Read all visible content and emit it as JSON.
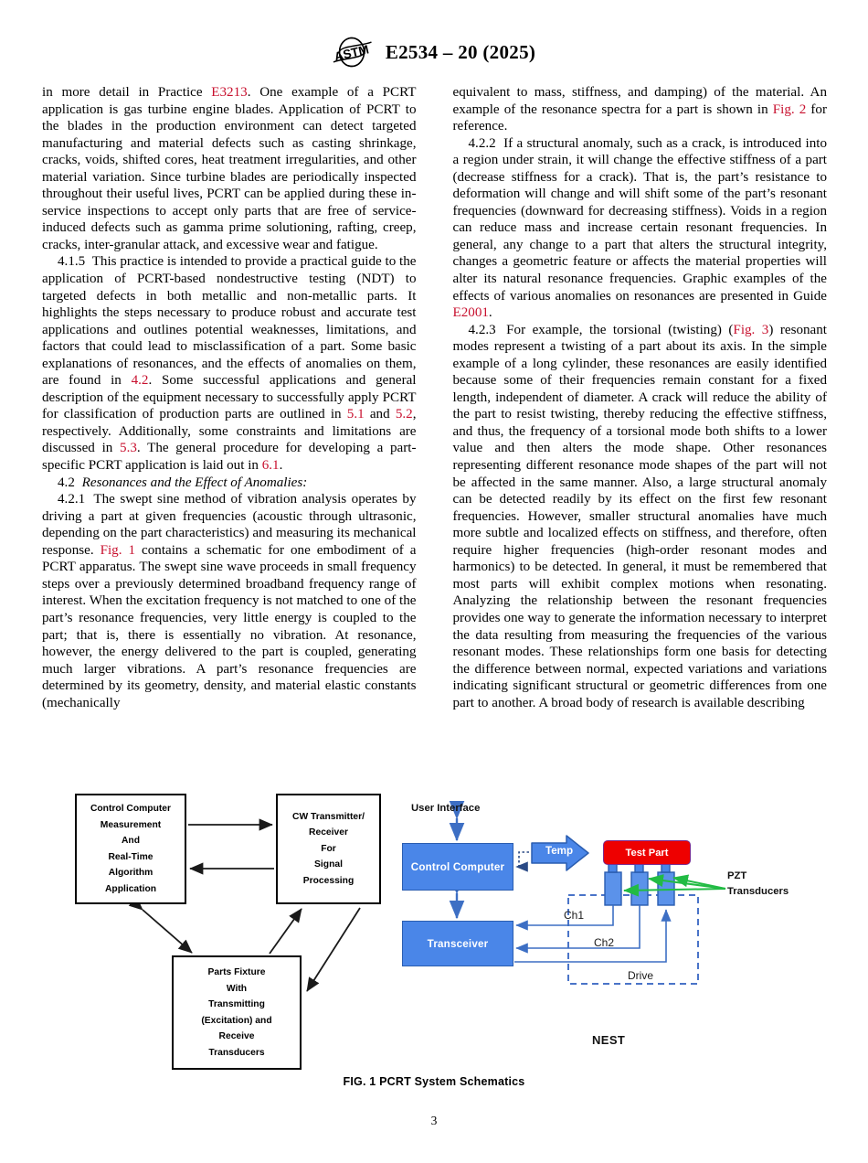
{
  "header": {
    "logo_icon": "astm-logo-icon",
    "designation": "E2534 – 20 (2025)"
  },
  "left_column": {
    "paragraphs": [
      {
        "id": "p-4-1-4-cont",
        "indent": false,
        "runs": [
          {
            "t": "in more detail in Practice "
          },
          {
            "t": "E3213",
            "style": "xref"
          },
          {
            "t": ". One example of a PCRT application is gas turbine engine blades. Application of PCRT to the blades in the production environment can detect targeted manufacturing and material defects such as casting shrinkage, cracks, voids, shifted cores, heat treatment irregularities, and other material variation. Since turbine blades are periodically inspected throughout their useful lives, PCRT can be applied during these in-service inspections to accept only parts that are free of service-induced defects such as gamma prime solutioning, rafting, creep, cracks, inter-granular attack, and excessive wear and fatigue."
          }
        ]
      },
      {
        "id": "p-4-1-5",
        "indent": true,
        "runs": [
          {
            "t": "4.1.5",
            "style": "secnum"
          },
          {
            "t": "  This practice is intended to provide a practical guide to the application of PCRT-based nondestructive testing (NDT) to targeted defects in both metallic and non-metallic parts. It highlights the steps necessary to produce robust and accurate test applications and outlines potential weaknesses, limitations, and factors that could lead to misclassification of a part. Some basic explanations of resonances, and the effects of anomalies on them, are found in "
          },
          {
            "t": "4.2",
            "style": "xref"
          },
          {
            "t": ". Some successful applications and general description of the equipment necessary to successfully apply PCRT for classification of production parts are outlined in "
          },
          {
            "t": "5.1",
            "style": "xref"
          },
          {
            "t": " and "
          },
          {
            "t": "5.2",
            "style": "xref"
          },
          {
            "t": ", respectively. Additionally, some constraints and limitations are discussed in "
          },
          {
            "t": "5.3",
            "style": "xref"
          },
          {
            "t": ". The general procedure for developing a part-specific PCRT application is laid out in "
          },
          {
            "t": "6.1",
            "style": "xref"
          },
          {
            "t": "."
          }
        ]
      },
      {
        "id": "p-4-2",
        "indent": true,
        "runs": [
          {
            "t": "4.2",
            "style": "secnum"
          },
          {
            "t": "  "
          },
          {
            "t": "Resonances and the Effect of Anomalies:",
            "style": "ital"
          }
        ]
      },
      {
        "id": "p-4-2-1",
        "indent": true,
        "runs": [
          {
            "t": "4.2.1",
            "style": "secnum"
          },
          {
            "t": "  The swept sine method of vibration analysis operates by driving a part at given frequencies (acoustic through ultrasonic, depending on the part characteristics) and measuring its mechanical response. "
          },
          {
            "t": "Fig. 1",
            "style": "xref"
          },
          {
            "t": " contains a schematic for one embodiment of a PCRT apparatus. The swept sine wave proceeds in small frequency steps over a previously determined broadband frequency range of interest. When the excitation frequency is not matched to one of the part’s resonance frequencies, very little energy is coupled to the part; that is, there is essentially no vibration. At resonance, however, the energy delivered to the part is coupled, generating much larger vibrations. A part’s resonance frequencies are determined by its geometry, density, and material elastic constants (mechanically"
          }
        ]
      }
    ]
  },
  "right_column": {
    "paragraphs": [
      {
        "id": "p-4-2-1-cont",
        "indent": false,
        "runs": [
          {
            "t": "equivalent to mass, stiffness, and damping) of the material. An example of the resonance spectra for a part is shown in "
          },
          {
            "t": "Fig. 2",
            "style": "xref"
          },
          {
            "t": " for reference."
          }
        ]
      },
      {
        "id": "p-4-2-2",
        "indent": true,
        "runs": [
          {
            "t": "4.2.2",
            "style": "secnum"
          },
          {
            "t": "  If a structural anomaly, such as a crack, is introduced into a region under strain, it will change the effective stiffness of a part (decrease stiffness for a crack). That is, the part’s resistance to deformation will change and will shift some of the part’s resonant frequencies (downward for decreasing stiffness). Voids in a region can reduce mass and increase certain resonant frequencies. In general, any change to a part that alters the structural integrity, changes a geometric feature or affects the material properties will alter its natural resonance frequencies. Graphic examples of the effects of various anomalies on resonances are presented in Guide "
          },
          {
            "t": "E2001",
            "style": "xref"
          },
          {
            "t": "."
          }
        ]
      },
      {
        "id": "p-4-2-3",
        "indent": true,
        "runs": [
          {
            "t": "4.2.3",
            "style": "secnum"
          },
          {
            "t": "  For example, the torsional (twisting) ("
          },
          {
            "t": "Fig. 3",
            "style": "xref"
          },
          {
            "t": ") resonant modes represent a twisting of a part about its axis. In the simple example of a long cylinder, these resonances are easily identified because some of their frequencies remain constant for a fixed length, independent of diameter. A crack will reduce the ability of the part to resist twisting, thereby reducing the effective stiffness, and thus, the frequency of a torsional mode both shifts to a lower value and then alters the mode shape. Other resonances representing different resonance mode shapes of the part will not be affected in the same manner. Also, a large structural anomaly can be detected readily by its effect on the first few resonant frequencies. However, smaller structural anomalies have much more subtle and localized effects on stiffness, and therefore, often require higher frequencies (high-order resonant modes and harmonics) to be detected. In general, it must be remembered that most parts will exhibit complex motions when resonating. Analyzing the relationship between the resonant frequencies provides one way to generate the information necessary to interpret the data resulting from measuring the frequencies of the various resonant modes. These relationships form one basis for detecting the difference between normal, expected variations and variations indicating significant structural or geometric differences from one part to another. A broad body of research is available describing"
          }
        ]
      }
    ]
  },
  "figure": {
    "caption": "FIG. 1 PCRT System Schematics",
    "block_diagram": {
      "boxes": [
        {
          "id": "control-computer",
          "lines": [
            "Control Computer",
            "Measurement",
            "And",
            "Real-Time",
            "Algorithm",
            "Application"
          ]
        },
        {
          "id": "cw-transmitter",
          "lines": [
            "CW Transmitter/",
            "Receiver",
            "For",
            "Signal",
            "Processing"
          ]
        },
        {
          "id": "parts-fixture",
          "lines": [
            "Parts Fixture",
            "With",
            "Transmitting",
            "(Excitation) and",
            "Receive",
            "Transducers"
          ]
        }
      ]
    },
    "system_diagram": {
      "user_interface_label": "User Interface",
      "control_computer_label": "Control Computer",
      "transceiver_label": "Transceiver",
      "temp_label": "Temp",
      "test_part_label": "Test Part",
      "pzt_label_line1": "PZT",
      "pzt_label_line2": "Transducers",
      "ch1_label": "Ch1",
      "ch2_label": "Ch2",
      "drive_label": "Drive",
      "nest_label": "NEST",
      "colors": {
        "box_blue": "#4a86e8",
        "box_blue_border": "#2a5db0",
        "test_part_red": "#ee0000",
        "test_part_border": "#7b2a8c",
        "arrow_blue": "#3d6fc4",
        "pzt_green": "#22bb44",
        "nest_dash": "#4a74c8"
      }
    }
  },
  "footer": {
    "page_number": "3"
  }
}
